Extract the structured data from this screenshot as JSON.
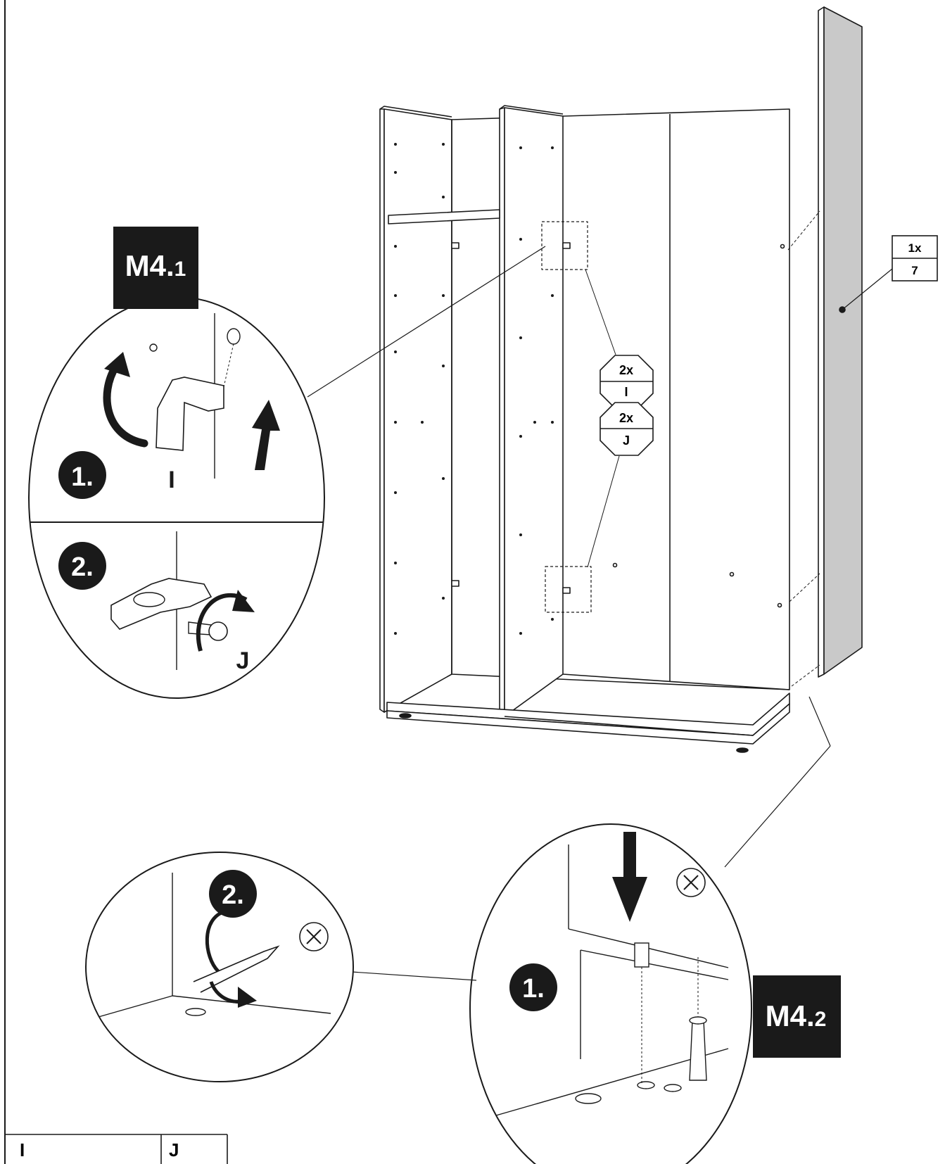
{
  "step_labels": {
    "m41": {
      "prefix": "M4.",
      "suffix": "1"
    },
    "m42": {
      "prefix": "M4.",
      "suffix": "2"
    }
  },
  "part_box": {
    "qty": "1x",
    "part": "7"
  },
  "hardware_callouts": [
    {
      "qty": "2x",
      "part": "I"
    },
    {
      "qty": "2x",
      "part": "J"
    }
  ],
  "detail_m41": {
    "step1": "1.",
    "step1_part": "I",
    "step2": "2.",
    "step2_part": "J"
  },
  "detail_m42": {
    "step1": "1.",
    "step2": "2."
  },
  "legend": {
    "col1": "I",
    "col2": "J"
  },
  "colors": {
    "panel": "#c9c9c9",
    "ink": "#1a1a1a",
    "label_bg": "#1a1a1a",
    "label_fg": "#ffffff"
  }
}
